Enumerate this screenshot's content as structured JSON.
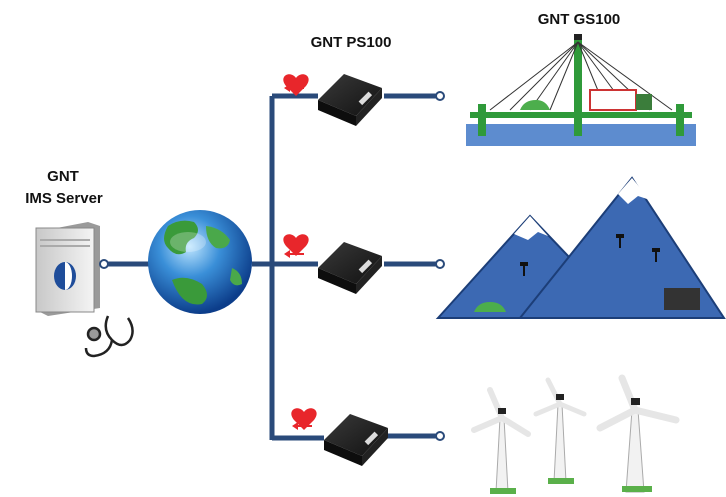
{
  "labels": {
    "server_line1": "GNT",
    "server_line2": "IMS Server",
    "ps100": "GNT PS100",
    "gs100": "GNT GS100"
  },
  "colors": {
    "line": "#2a4a7a",
    "device": "#1c1c1c",
    "heart": "#e8262b",
    "water": "#5d8ccf",
    "mountain": "#3c69b3",
    "bridge": "#2f9a3a"
  },
  "icons": [
    "server-icon",
    "stethoscope-icon",
    "globe-icon",
    "heart-icon",
    "device-icon",
    "bridge-icon",
    "mountain-icon",
    "wind-turbine-icon"
  ]
}
